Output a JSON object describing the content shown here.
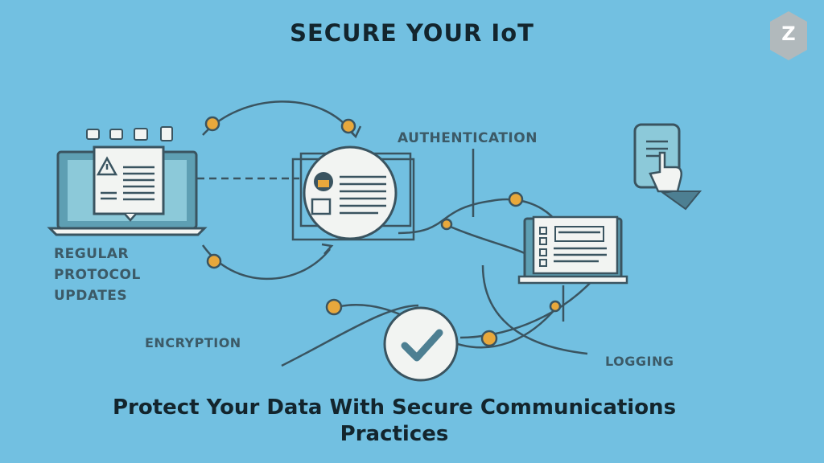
{
  "title": "SECURE YOUR IoT",
  "labels": {
    "authentication": "AUTHENTICATION",
    "regular_updates": [
      "REGULAR",
      "PROTOCOL",
      "UPDATES"
    ],
    "encryption": "ENCRYPTION",
    "logging": "LOGGING"
  },
  "subtitle": [
    "Protect Your Data With Secure Communications",
    "Practices"
  ],
  "logo": {
    "letter": "Z"
  },
  "icons": [
    "laptop-icon",
    "document-icon",
    "warning-icon",
    "magnifier-icon",
    "lock-icon",
    "monitor-icon",
    "checkmark-icon",
    "hand-pointer-icon",
    "phone-icon"
  ],
  "colors": {
    "background": "#72c0e1",
    "stroke": "#3a5460",
    "node": "#e8a83c",
    "panel": "#f2f4f2",
    "screen": "#5e9fb3",
    "title": "#13252d",
    "label": "#3c5a67"
  }
}
